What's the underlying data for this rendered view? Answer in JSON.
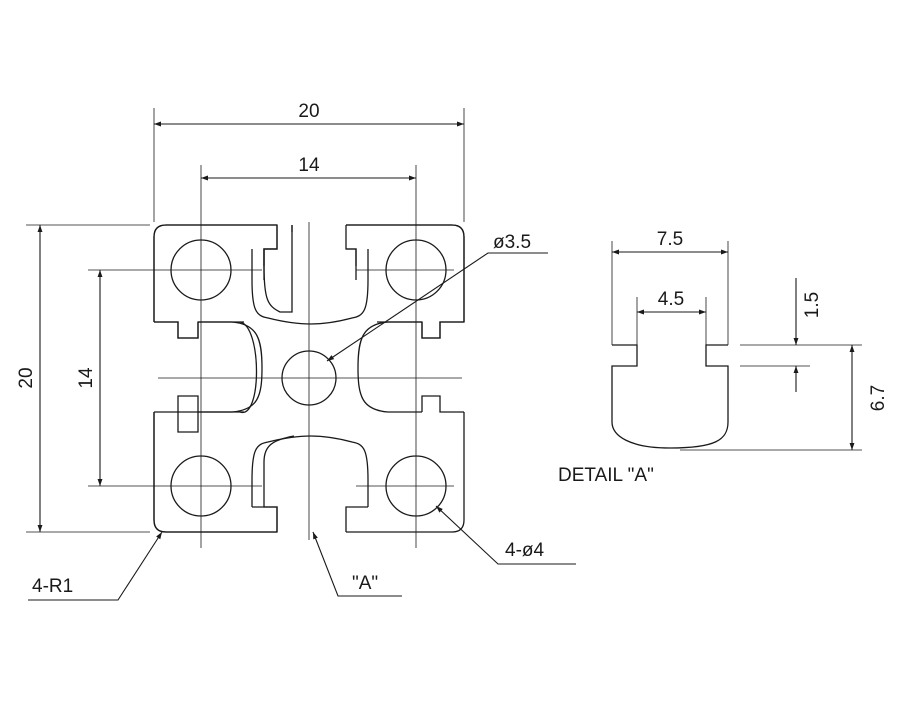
{
  "main_view": {
    "dim_width_outer": "20",
    "dim_width_inner": "14",
    "dim_height_outer": "20",
    "dim_height_inner": "14",
    "center_hole": "ø3.5",
    "corner_holes": "4-ø4",
    "corner_radius": "4-R1",
    "detail_ref": "\"A\""
  },
  "detail_view": {
    "title": "DETAIL \"A\"",
    "dim_slot_width": "7.5",
    "dim_slot_opening": "4.5",
    "dim_lip_thickness": "1.5",
    "dim_slot_depth": "6.7"
  }
}
